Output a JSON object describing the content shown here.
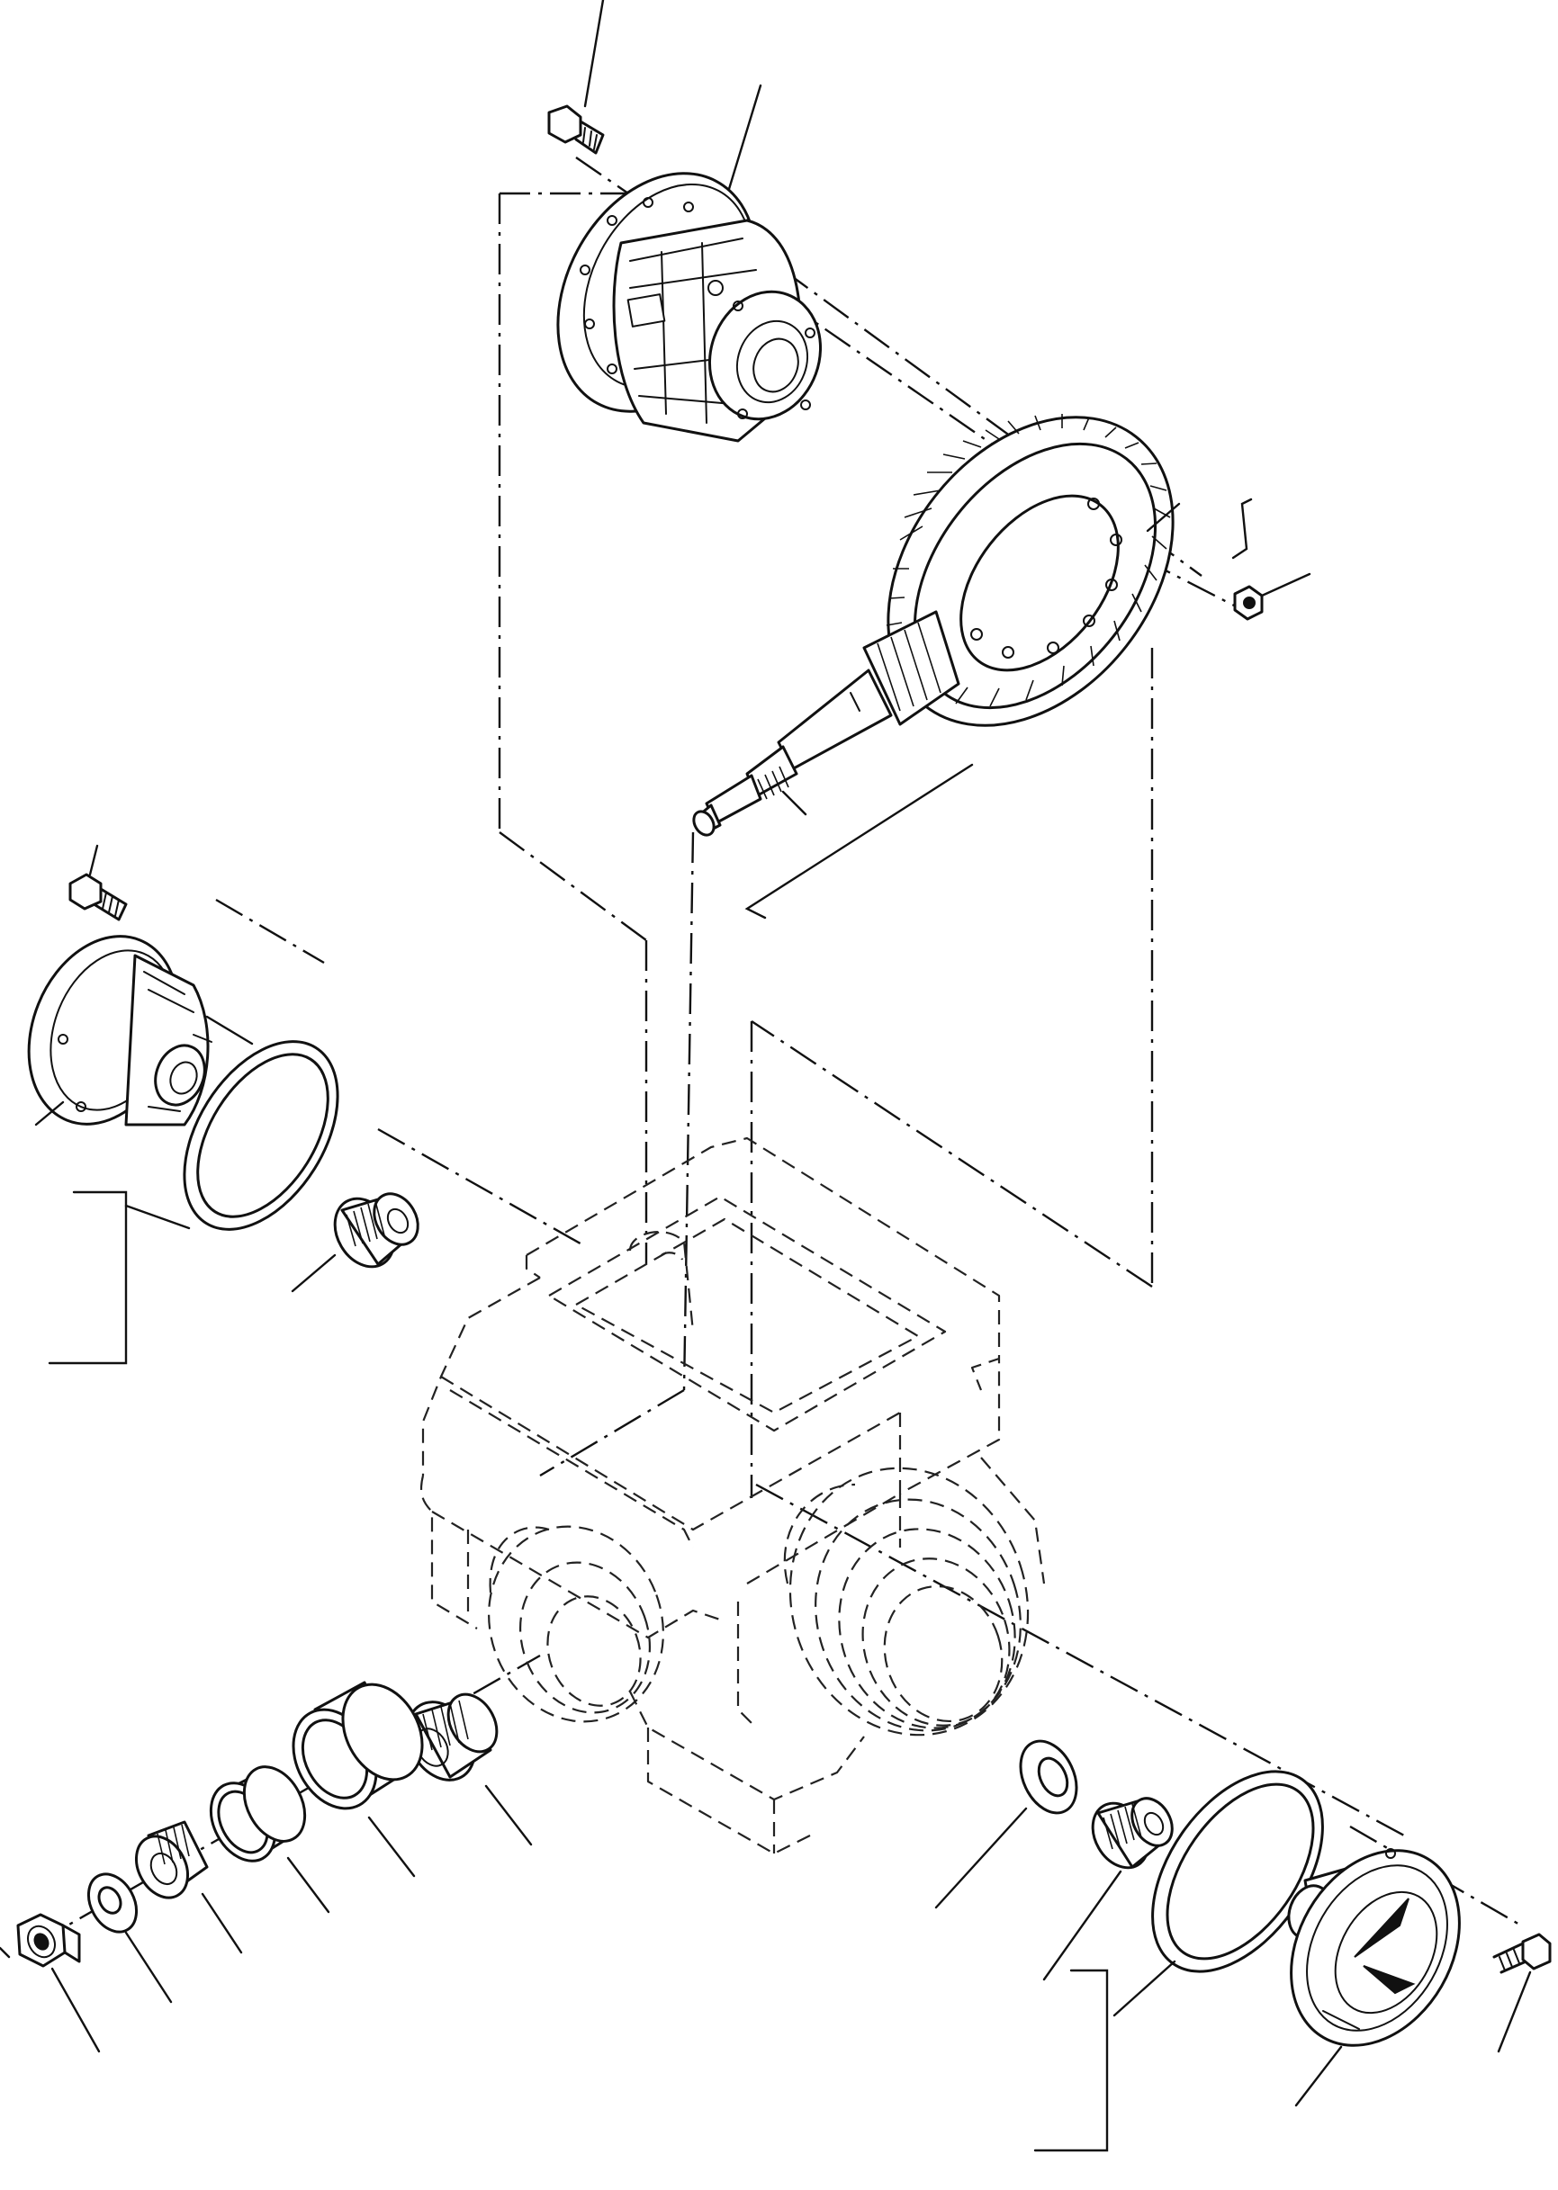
{
  "diagram": {
    "colors": {
      "line": "#111111",
      "background": "#ffffff"
    },
    "parts": [
      "bolt-top",
      "differential-case",
      "ring-gear",
      "pinion-shaft",
      "nut-right-top",
      "bolt-left",
      "bearing-housing-left",
      "shim-left",
      "bearing-left",
      "transaxle-housing",
      "pinion-bearing-cone",
      "bearing-cup",
      "bearing-cup-small",
      "bearing-cone-small",
      "washer",
      "lock-nut",
      "washer-right",
      "bearing-right",
      "shim-right",
      "bearing-housing-right",
      "bolt-right"
    ]
  }
}
